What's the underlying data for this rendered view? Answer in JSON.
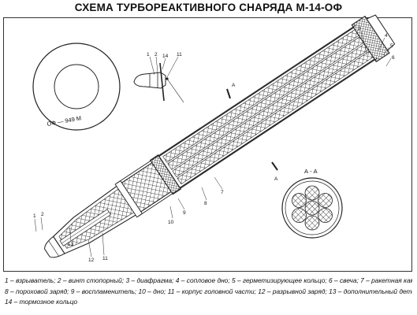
{
  "title": "СХЕМА ТУРБОРЕАКТИВНОГО СНАРЯДА М-14-ОФ",
  "side_view": {
    "marking": "ОФ — 949 М"
  },
  "section": {
    "label": "А - А"
  },
  "section_marks": [
    "А",
    "А"
  ],
  "callouts": [
    "1",
    "2",
    "3",
    "4",
    "5",
    "6",
    "7",
    "8",
    "9",
    "10",
    "11",
    "12",
    "13",
    "14"
  ],
  "legend": {
    "line1": "1 – взрыватель; 2 – винт стопорный; 3 – диафрагма; 4 – сопловое дно; 5 – герметизирующее кольцо; 6 – свеча; 7 – ракетная камера;",
    "line2": "8 – пороховой заряд; 9 – воспламенитель; 10 – дно; 11 – корпус головной части; 12 – разрывной заряд; 13 – дополнительный детонатор;",
    "line3": "14 – тормозное кольцо"
  }
}
